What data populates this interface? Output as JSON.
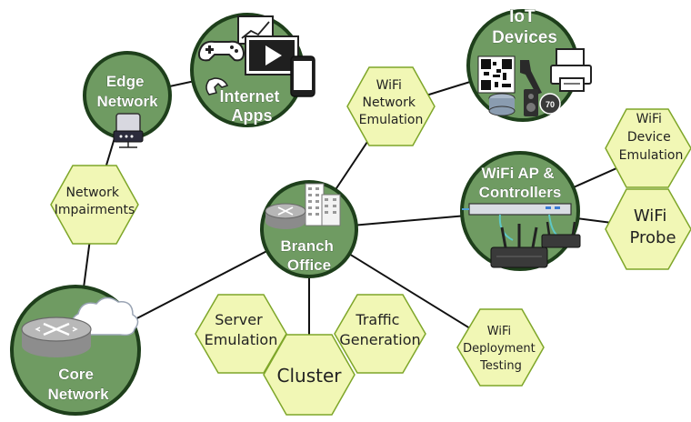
{
  "colors": {
    "circle_fill": "#6f9b62",
    "circle_stroke": "#1e3f1b",
    "hex_fill": "#f1f7b5",
    "hex_stroke": "#7ea629",
    "line": "#111111",
    "title_text": "#ffffff"
  },
  "hubs": {
    "edge_network": {
      "line1": "Edge",
      "line2": "Network",
      "icon": "edge-router-icon"
    },
    "internet_apps": {
      "line1": "Internet",
      "line2": "Apps",
      "icon": "media-apps-icon"
    },
    "iot_devices": {
      "line1": "IoT",
      "line2": "Devices",
      "icon": "iot-devices-icon"
    },
    "wifi_ap_controllers": {
      "line1": "WiFi AP &",
      "line2": "Controllers",
      "icon": "access-point-icon"
    },
    "branch_office": {
      "line1": "Branch",
      "line2": "Office",
      "icon": "branch-router-icon"
    },
    "core_network": {
      "line1": "Core",
      "line2": "Network",
      "icon": "core-router-cloud-icon"
    }
  },
  "hexagons": {
    "wifi_network_emulation": {
      "lines": [
        "WiFi",
        "Network",
        "Emulation"
      ]
    },
    "network_impairments": {
      "lines": [
        "Network",
        "Impairments"
      ]
    },
    "wifi_device_emulation": {
      "lines": [
        "WiFi",
        "Device",
        "Emulation"
      ]
    },
    "wifi_probe": {
      "lines": [
        "WiFi",
        "Probe"
      ]
    },
    "server_emulation": {
      "lines": [
        "Server",
        "Emulation"
      ]
    },
    "traffic_generation": {
      "lines": [
        "Traffic",
        "Generation"
      ]
    },
    "cluster": {
      "lines": [
        "Cluster"
      ]
    },
    "wifi_deployment_testing": {
      "lines": [
        "WiFi",
        "Deployment",
        "Testing"
      ]
    }
  },
  "iot_badge": "70"
}
